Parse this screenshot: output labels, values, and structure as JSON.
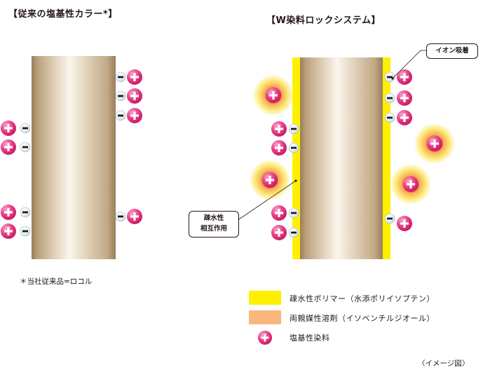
{
  "left_title": "【従来の塩基性カラー*】",
  "right_title": "【W染料ロックシステム】",
  "footnote": "＊当社従来品=ロコル",
  "callouts": {
    "ion_adsorption": "イオン吸着",
    "hydrophobic_line1": "疎水性",
    "hydrophobic_line2": "相互作用"
  },
  "legend": [
    {
      "label": "疎水性ポリマー（水添ポリイソプテン）",
      "color": "#fff000"
    },
    {
      "label": "両親媒性溶剤（イソベンチルジオール）",
      "color": "#f9b77e"
    },
    {
      "label": "塩基性染料",
      "color": "#e73a85"
    }
  ],
  "image_note": "〈イメージ図〉",
  "colors": {
    "polymer": "#fff000",
    "solvent": "#f9b77e",
    "dye": "#e73a85",
    "hair": "#c9b597"
  }
}
